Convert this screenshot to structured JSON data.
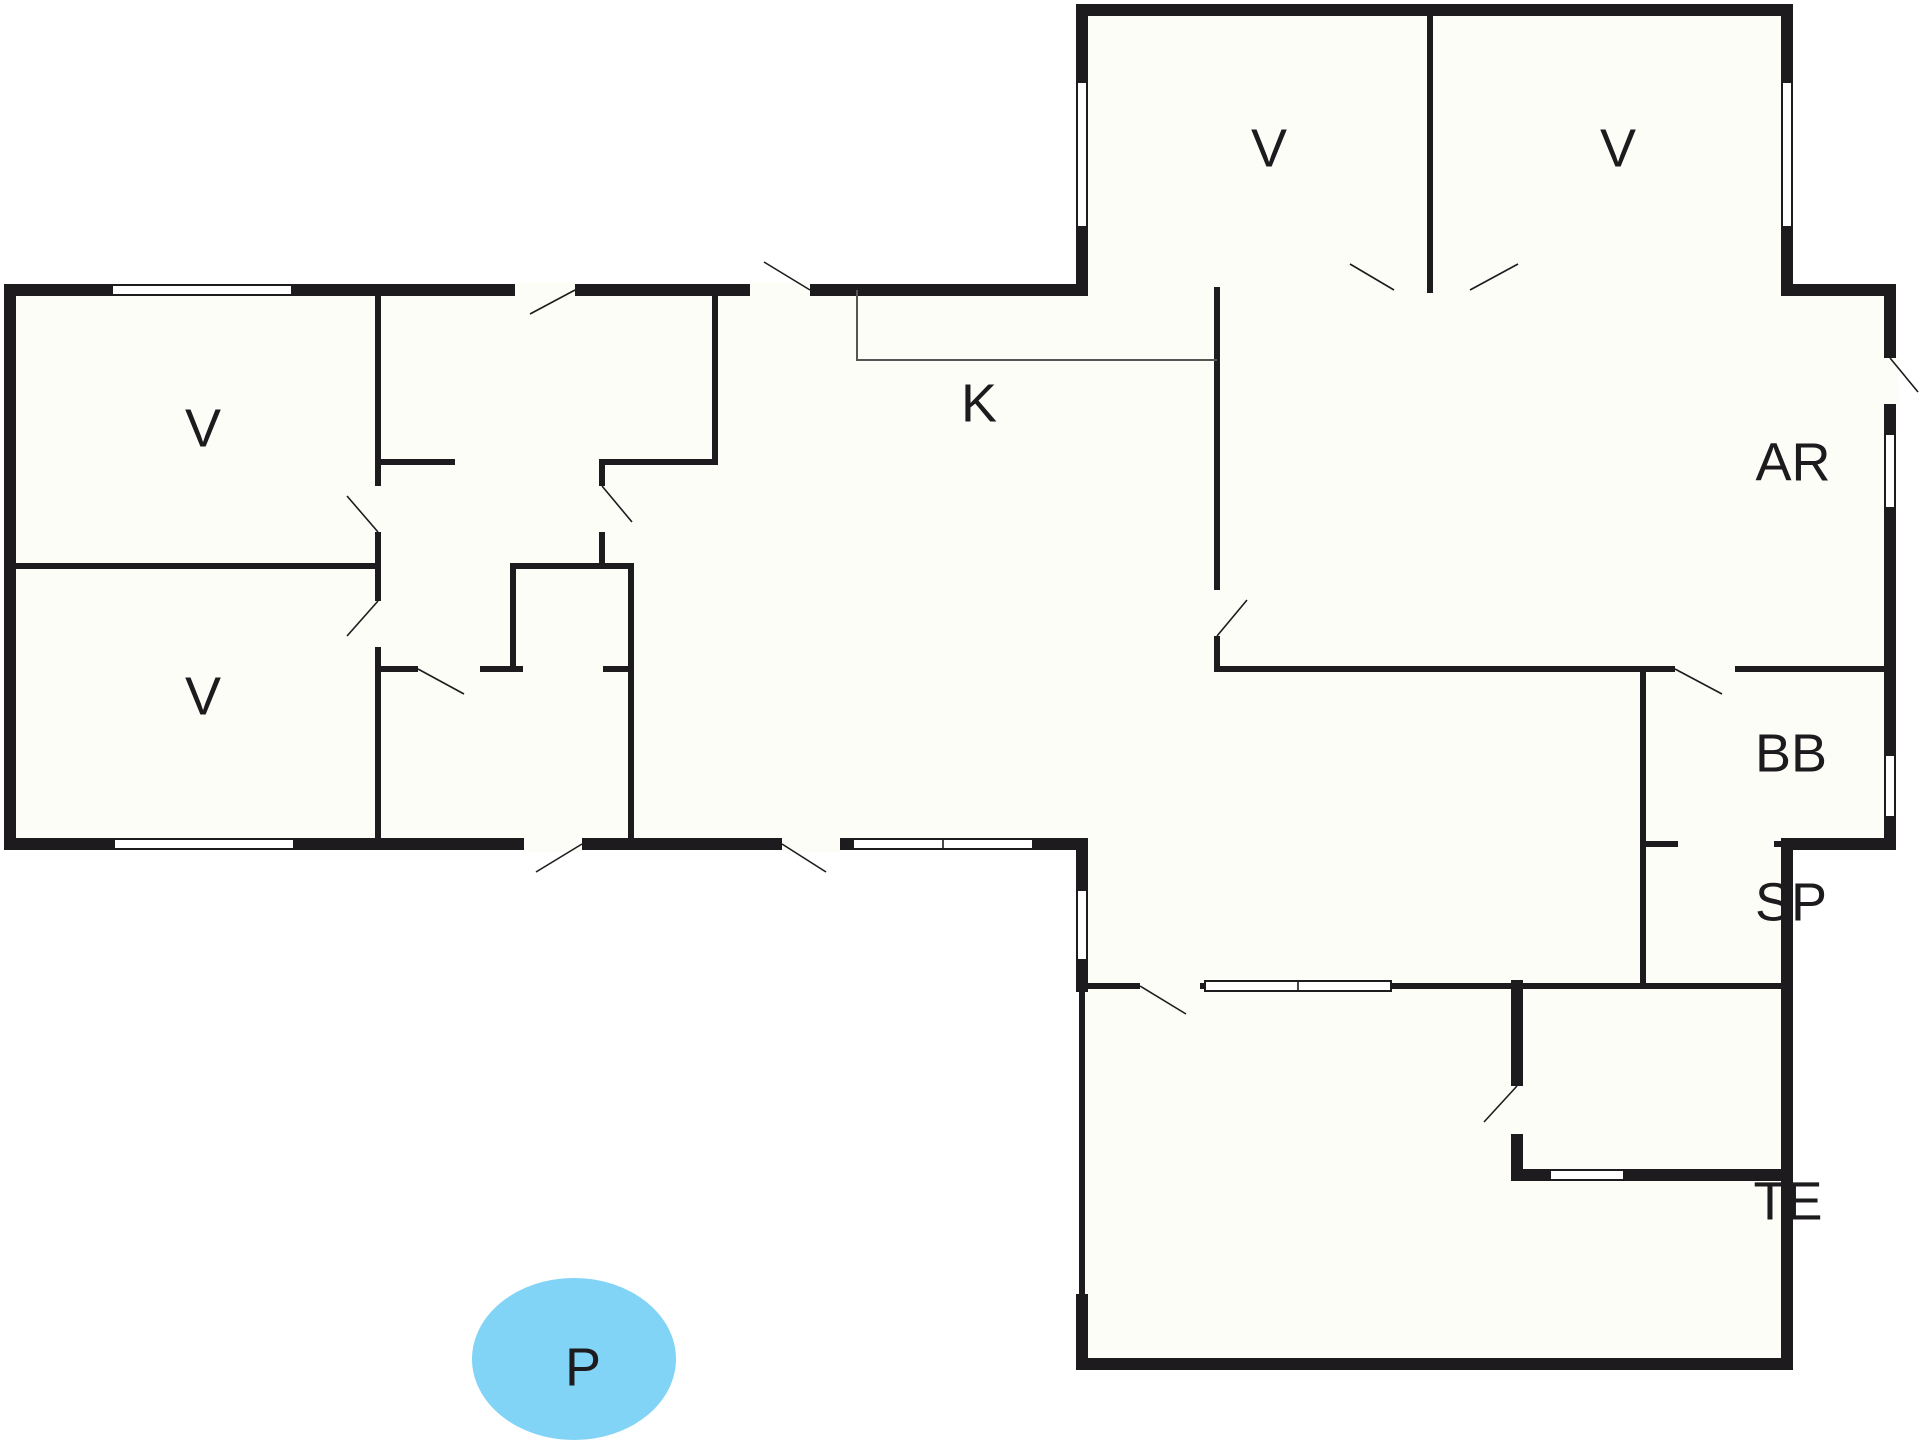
{
  "rooms": [
    {
      "id": "v1",
      "label": "V"
    },
    {
      "id": "v2",
      "label": "V"
    },
    {
      "id": "v3",
      "label": "V"
    },
    {
      "id": "v4",
      "label": "V"
    },
    {
      "id": "k",
      "label": "K"
    },
    {
      "id": "ar",
      "label": "AR"
    },
    {
      "id": "bb",
      "label": "BB"
    },
    {
      "id": "sp",
      "label": "SP"
    },
    {
      "id": "te",
      "label": "TE"
    }
  ],
  "parking": {
    "label": "P",
    "color": "#81d4f5"
  },
  "colors": {
    "wall": "#1d1b1d",
    "floor": "#fdfdf8",
    "background": "#ffffff"
  }
}
